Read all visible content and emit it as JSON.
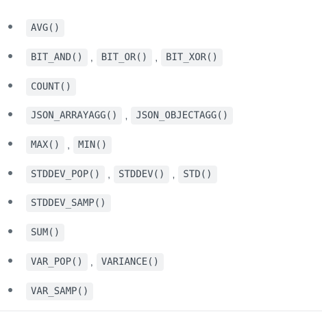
{
  "functions": [
    {
      "codes": [
        "AVG()"
      ]
    },
    {
      "codes": [
        "BIT_AND()",
        "BIT_OR()",
        "BIT_XOR()"
      ]
    },
    {
      "codes": [
        "COUNT()"
      ]
    },
    {
      "codes": [
        "JSON_ARRAYAGG()",
        "JSON_OBJECTAGG()"
      ]
    },
    {
      "codes": [
        "MAX()",
        "MIN()"
      ]
    },
    {
      "codes": [
        "STDDEV_POP()",
        "STDDEV()",
        "STD()"
      ]
    },
    {
      "codes": [
        "STDDEV_SAMP()"
      ]
    },
    {
      "codes": [
        "SUM()"
      ]
    },
    {
      "codes": [
        "VAR_POP()",
        "VARIANCE()"
      ]
    },
    {
      "codes": [
        "VAR_SAMP()"
      ]
    }
  ],
  "separator": ",",
  "colors": {
    "code_background": "#f1f2f3",
    "code_text": "#3c4650",
    "bullet": "#5f6a73",
    "rule": "#e6e8ea"
  },
  "icons": {
    "bullet": "bullet-icon"
  }
}
